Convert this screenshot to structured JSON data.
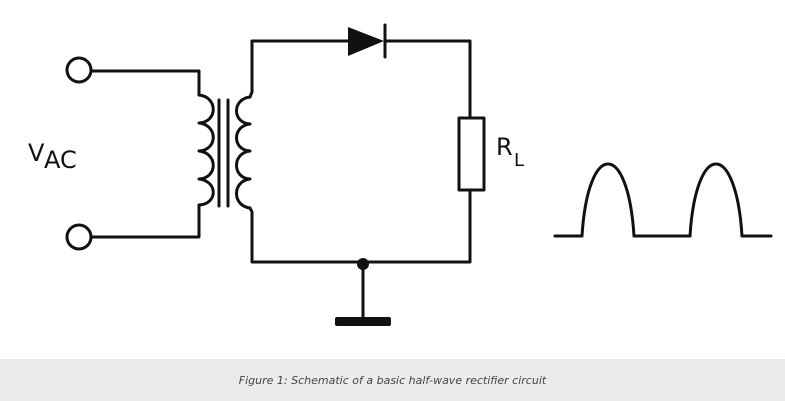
{
  "labels": {
    "source_main": "V",
    "source_sub": "AC",
    "load_main": "R",
    "load_sub": "L"
  },
  "caption": "Figure 1: Schematic of a basic half-wave rectifier circuit"
}
